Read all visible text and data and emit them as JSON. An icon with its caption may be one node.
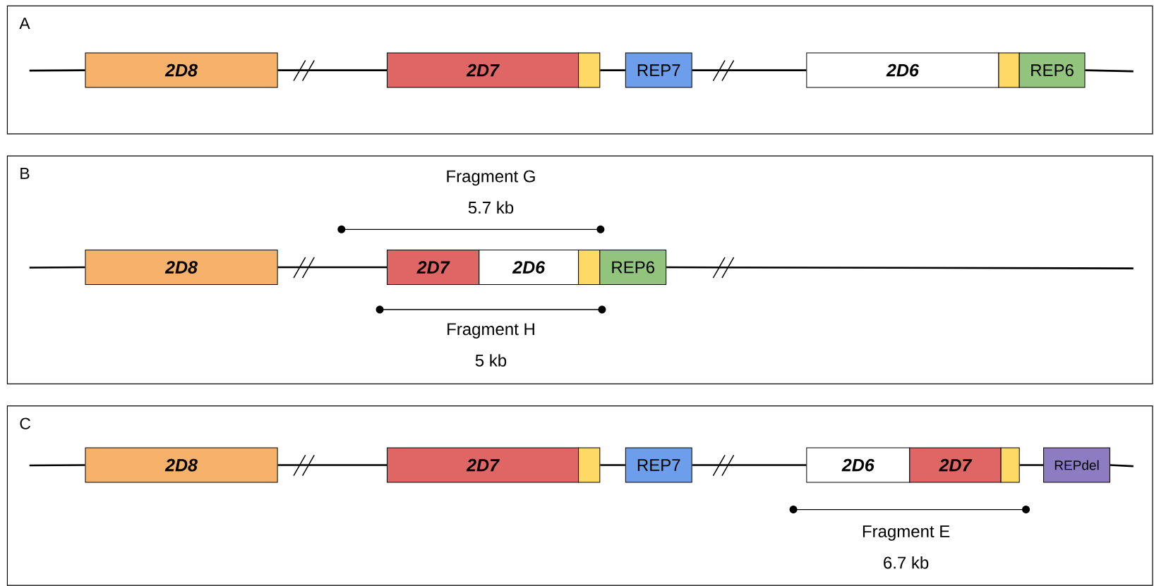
{
  "diagram": {
    "nodes": [
      {
        "text": [
          "A"
        ]
      },
      {
        "text": [
          "2D8"
        ],
        "in": 0
      },
      {
        "text": [
          "2D7"
        ],
        "in": 0
      },
      {
        "text": [],
        "shape": "box",
        "in": 0
      },
      {
        "text": [
          "REP7"
        ],
        "in": 0
      },
      {
        "text": [
          "2D6"
        ],
        "in": 0
      },
      {
        "text": [],
        "shape": "box",
        "in": 0
      },
      {
        "text": [
          "REP6"
        ],
        "in": 0
      },
      {
        "text": [
          "B"
        ]
      },
      {
        "text": [
          "2D8"
        ],
        "in": 8
      },
      {
        "text": [
          "2D7"
        ],
        "in": 8
      },
      {
        "text": [
          "2D6"
        ],
        "in": 8
      },
      {
        "text": [],
        "shape": "box",
        "in": 8
      },
      {
        "text": [
          "REP6"
        ],
        "in": 8
      },
      {
        "text": [
          "C"
        ]
      },
      {
        "text": [
          "2D8"
        ],
        "in": 14
      },
      {
        "text": [
          "2D7"
        ],
        "in": 14
      },
      {
        "text": [],
        "shape": "box",
        "in": 14
      },
      {
        "text": [
          "REP7"
        ],
        "in": 14
      },
      {
        "text": [
          "2D6"
        ],
        "in": 14
      },
      {
        "text": [
          "2D7"
        ],
        "in": 14
      },
      {
        "text": [],
        "shape": "box",
        "in": 14
      },
      {
        "text": [
          "REPdel"
        ],
        "in": 14
      }
    ],
    "edges": [
      {
        "from": null,
        "to": 1,
        "arrow": "none"
      },
      {
        "from": 1,
        "to": 2,
        "arrow": "none"
      },
      {
        "from": 3,
        "to": 4,
        "arrow": "none"
      },
      {
        "from": 4,
        "to": 5,
        "arrow": "none"
      },
      {
        "from": 7,
        "to": null,
        "arrow": "none"
      },
      {
        "from": null,
        "to": 9,
        "arrow": "none"
      },
      {
        "from": 9,
        "to": 10,
        "arrow": "none"
      },
      {
        "from": 13,
        "to": null,
        "arrow": "none"
      },
      {
        "from": null,
        "to": 15,
        "arrow": "none"
      },
      {
        "from": 15,
        "to": 16,
        "arrow": "none"
      },
      {
        "from": 17,
        "to": 18,
        "arrow": "none"
      },
      {
        "from": 18,
        "to": 19,
        "arrow": "none"
      },
      {
        "from": 21,
        "to": 22,
        "arrow": "none"
      },
      {
        "from": 22,
        "to": null,
        "arrow": "none"
      }
    ],
    "labels": [
      "Fragment G",
      "5.7 kb",
      "Fragment H",
      "5 kb",
      "Fragment E",
      "6.7 kb"
    ]
  }
}
